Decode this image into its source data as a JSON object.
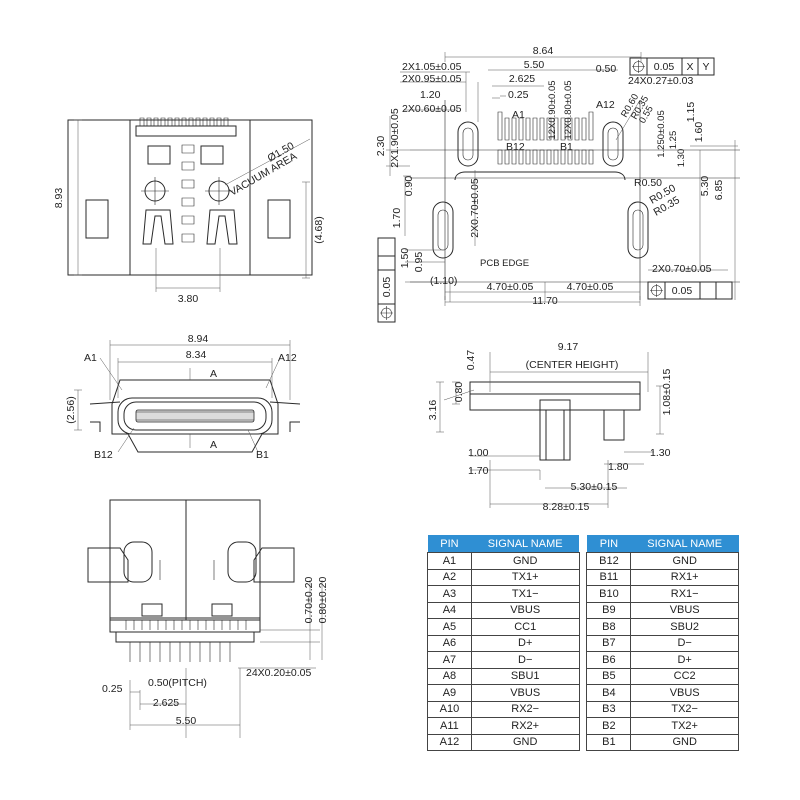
{
  "top_view": {
    "dim_height": "8.93",
    "dim_hole_dia": "Ø1.50",
    "label_vacuum": "VACUUM AREA",
    "dim_468": "(4.68)",
    "dim_380": "3.80"
  },
  "pcb_layout": {
    "d_864": "8.64",
    "d_550": "5.50",
    "d_050": "0.50",
    "d_2x105": "2X1.05±0.05",
    "d_2x095": "2X0.95±0.05",
    "d_2625": "2.625",
    "d_120": "1.20",
    "d_025": "0.25",
    "d_2x060": "2X0.60±0.05",
    "d_12x090": "12X0.90±0.05",
    "d_12x080": "12X0.80±0.05",
    "d_24x027": "24X0.27±0.03",
    "d_tol_a": "0.05",
    "d_x": "X",
    "d_y": "Y",
    "d_a1": "A1",
    "d_a12": "A12",
    "d_b12": "B12",
    "d_b1": "B1",
    "d_r060": "R0.60",
    "d_r035a": "R0.35",
    "d_055": "0.55",
    "d_2x1250": "1.250±0.05",
    "d_125": "1.25",
    "d_115": "1.15",
    "d_160": "1.60",
    "d_130": "1.30",
    "d_230": "2.30",
    "d_2x190": "2X1.90±0.05",
    "d_090": "0.90",
    "d_r050a": "R0.50",
    "d_530": "5.30",
    "d_685": "6.85",
    "d_r050b": "R0.50",
    "d_r035b": "R0.35",
    "d_170": "1.70",
    "d_2x070v": "2X0.70±0.05",
    "d_150": "1.50",
    "d_095": "0.95",
    "d_pcb_edge": "PCB EDGE",
    "d_110": "(1.10)",
    "d_470a": "4.70±0.05",
    "d_470b": "4.70±0.05",
    "d_1170": "11.70",
    "d_2x070h": "2X0.70±0.05",
    "d_tol_b": "0.05",
    "d_tol_c": "0.05"
  },
  "front_view": {
    "d_894": "8.94",
    "d_834": "8.34",
    "d_a1": "A1",
    "d_a12": "A12",
    "d_b12": "B12",
    "d_b1": "B1",
    "d_a_top": "A",
    "d_a_bot": "A",
    "d_256": "(2.56)"
  },
  "side_view": {
    "d_917": "9.17",
    "d_center": "(CENTER HEIGHT)",
    "d_047": "0.47",
    "d_080": "0.80",
    "d_316": "3.16",
    "d_108": "1.08±0.15",
    "d_100": "1.00",
    "d_170": "1.70",
    "d_180": "1.80",
    "d_130": "1.30",
    "d_530": "5.30±0.15",
    "d_828": "8.28±0.15"
  },
  "bottom_view": {
    "d_070": "0.70±0.20",
    "d_080": "0.80±0.20",
    "d_24x020": "24X0.20±0.05",
    "d_025": "0.25",
    "d_pitch": "0.50(PITCH)",
    "d_2625": "2.625",
    "d_550": "5.50"
  },
  "pin_table": {
    "header_pin": "PIN",
    "header_signal": "SIGNAL NAME",
    "rows": [
      {
        "a_pin": "A1",
        "a_sig": "GND",
        "b_pin": "B12",
        "b_sig": "GND"
      },
      {
        "a_pin": "A2",
        "a_sig": "TX1+",
        "b_pin": "B11",
        "b_sig": "RX1+"
      },
      {
        "a_pin": "A3",
        "a_sig": "TX1−",
        "b_pin": "B10",
        "b_sig": "RX1−"
      },
      {
        "a_pin": "A4",
        "a_sig": "VBUS",
        "b_pin": "B9",
        "b_sig": "VBUS"
      },
      {
        "a_pin": "A5",
        "a_sig": "CC1",
        "b_pin": "B8",
        "b_sig": "SBU2"
      },
      {
        "a_pin": "A6",
        "a_sig": "D+",
        "b_pin": "B7",
        "b_sig": "D−"
      },
      {
        "a_pin": "A7",
        "a_sig": "D−",
        "b_pin": "B6",
        "b_sig": "D+"
      },
      {
        "a_pin": "A8",
        "a_sig": "SBU1",
        "b_pin": "B5",
        "b_sig": "CC2"
      },
      {
        "a_pin": "A9",
        "a_sig": "VBUS",
        "b_pin": "B4",
        "b_sig": "VBUS"
      },
      {
        "a_pin": "A10",
        "a_sig": "RX2−",
        "b_pin": "B3",
        "b_sig": "TX2−"
      },
      {
        "a_pin": "A11",
        "a_sig": "RX2+",
        "b_pin": "B2",
        "b_sig": "TX2+"
      },
      {
        "a_pin": "A12",
        "a_sig": "GND",
        "b_pin": "B1",
        "b_sig": "GND"
      }
    ]
  }
}
